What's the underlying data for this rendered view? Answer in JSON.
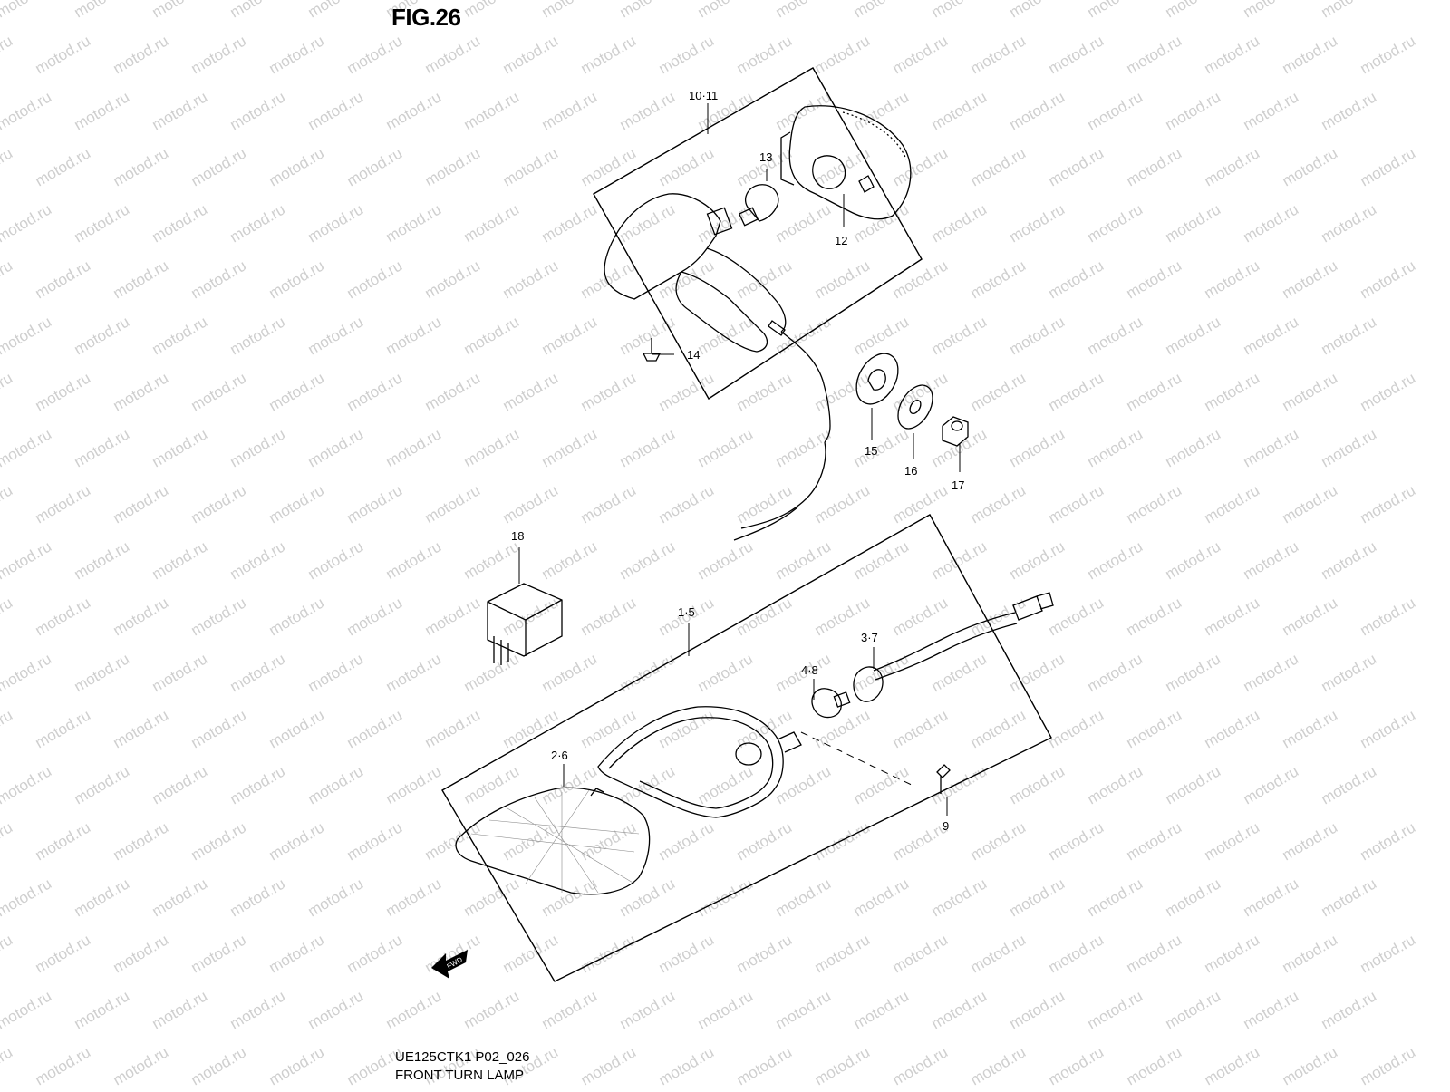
{
  "figure": {
    "title": "FIG.26"
  },
  "footer": {
    "model_code": "UE125CTK1 P02_026",
    "caption": "FRONT TURN LAMP"
  },
  "watermark": {
    "text": "motod.ru",
    "color": "#cfcfcf"
  },
  "fwd_arrow": {
    "label": "FWD"
  },
  "callouts": [
    {
      "id": "10-11",
      "label": "10·11"
    },
    {
      "id": "13",
      "label": "13"
    },
    {
      "id": "12",
      "label": "12"
    },
    {
      "id": "14",
      "label": "14"
    },
    {
      "id": "15",
      "label": "15"
    },
    {
      "id": "16",
      "label": "16"
    },
    {
      "id": "17",
      "label": "17"
    },
    {
      "id": "18",
      "label": "18"
    },
    {
      "id": "1-5",
      "label": "1·5"
    },
    {
      "id": "3-7",
      "label": "3·7"
    },
    {
      "id": "4-8",
      "label": "4·8"
    },
    {
      "id": "2-6",
      "label": "2·6"
    },
    {
      "id": "9",
      "label": "9"
    }
  ]
}
